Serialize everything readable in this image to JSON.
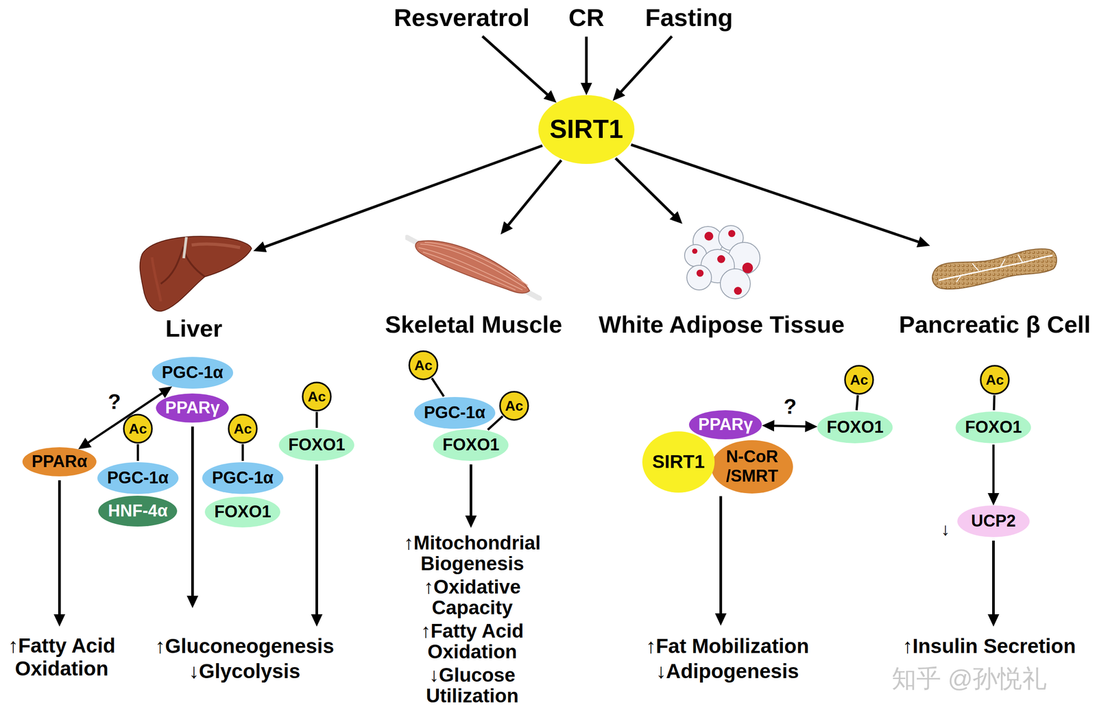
{
  "diagram": {
    "nodes": [
      {
        "text": [
          "Resveratrol"
        ]
      },
      {
        "text": [
          "CR"
        ]
      },
      {
        "text": [
          "Fasting"
        ]
      },
      {
        "text": [
          "SIRT1"
        ]
      },
      {
        "text": [
          "Liver"
        ]
      },
      {
        "text": [
          "Skeletal Muscle"
        ]
      },
      {
        "text": [
          "White Adipose Tissue"
        ]
      },
      {
        "text": [
          "Pancreatic β Cell"
        ]
      },
      {
        "text": [
          "PGC-1α"
        ]
      },
      {
        "text": [
          "PPARγ"
        ]
      },
      {
        "text": [
          "PPARα"
        ]
      },
      {
        "text": [
          "Ac"
        ]
      },
      {
        "text": [
          "PGC-1α"
        ]
      },
      {
        "text": [
          "HNF-4α"
        ]
      },
      {
        "text": [
          "Ac"
        ]
      },
      {
        "text": [
          "PGC-1α"
        ]
      },
      {
        "text": [
          "FOXO1"
        ]
      },
      {
        "text": [
          "Ac"
        ]
      },
      {
        "text": [
          "FOXO1"
        ]
      },
      {
        "text": [
          "Ac"
        ]
      },
      {
        "text": [
          "PGC-1α"
        ]
      },
      {
        "text": [
          "Ac"
        ]
      },
      {
        "text": [
          "FOXO1"
        ]
      },
      {
        "text": [
          "PPARγ"
        ]
      },
      {
        "text": [
          "SIRT1"
        ]
      },
      {
        "text": [
          "N-CoR /SMRT"
        ]
      },
      {
        "text": [
          "Ac"
        ]
      },
      {
        "text": [
          "FOXO1"
        ]
      },
      {
        "text": [
          "Ac"
        ]
      },
      {
        "text": [
          "FOXO1"
        ]
      },
      {
        "text": [
          "UCP2"
        ]
      }
    ],
    "edges": [
      {
        "from": 0,
        "to": 3,
        "arrow": "to"
      },
      {
        "from": 1,
        "to": 3,
        "arrow": "to"
      },
      {
        "from": 2,
        "to": 3,
        "arrow": "to"
      },
      {
        "from": 3,
        "to": 4,
        "arrow": "to"
      },
      {
        "from": 3,
        "to": 5,
        "arrow": "to"
      },
      {
        "from": 3,
        "to": 6,
        "arrow": "to"
      },
      {
        "from": 3,
        "to": 7,
        "arrow": "to"
      },
      {
        "from": 10,
        "to": 8,
        "label": "?",
        "arrow": "both"
      },
      {
        "from": 11,
        "to": 12,
        "arrow": "none"
      },
      {
        "from": 14,
        "to": 15,
        "arrow": "none"
      },
      {
        "from": 17,
        "to": 18,
        "arrow": "none"
      },
      {
        "from": 19,
        "to": 20,
        "arrow": "none"
      },
      {
        "from": 21,
        "to": 22,
        "arrow": "none"
      },
      {
        "from": 23,
        "to": 27,
        "label": "?",
        "arrow": "both"
      },
      {
        "from": 26,
        "to": 27,
        "arrow": "none"
      },
      {
        "from": 28,
        "to": 29,
        "arrow": "none"
      },
      {
        "from": 29,
        "to": 30,
        "arrow": "to"
      }
    ],
    "labels": [
      "↑Fatty Acid Oxidation",
      "↑Gluconeogenesis",
      "↓Glycolysis",
      "↑Mitochondrial Biogenesis",
      "↑Oxidative Capacity",
      "↑Fatty Acid Oxidation",
      "↓Glucose Utilization",
      "↑Fat Mobilization",
      "↓Adipogenesis",
      "↓",
      "↑Insulin Secretion",
      "知乎 @孙悦礼"
    ]
  }
}
